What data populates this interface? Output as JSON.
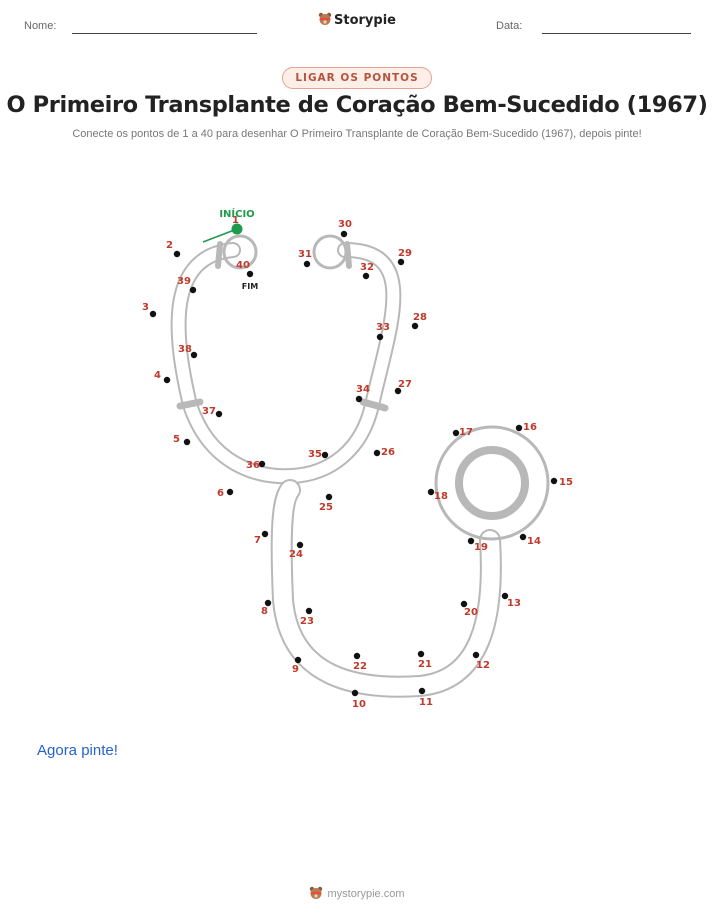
{
  "header": {
    "name_label": "Nome:",
    "date_label": "Data:",
    "brand": "Storypie"
  },
  "badge": "LIGAR OS PONTOS",
  "title": "O Primeiro Transplante de Coração Bem-Sucedido (1967)",
  "subtitle": "Conecte os pontos de 1 a 40 para desenhar O Primeiro Transplante de Coração Bem-Sucedido (1967), depois pinte!",
  "start_label": "INÍCIO",
  "end_label": "FIM",
  "dots": [
    {
      "n": "1"
    },
    {
      "n": "2"
    },
    {
      "n": "3"
    },
    {
      "n": "4"
    },
    {
      "n": "5"
    },
    {
      "n": "6"
    },
    {
      "n": "7"
    },
    {
      "n": "8"
    },
    {
      "n": "9"
    },
    {
      "n": "10"
    },
    {
      "n": "11"
    },
    {
      "n": "12"
    },
    {
      "n": "13"
    },
    {
      "n": "14"
    },
    {
      "n": "15"
    },
    {
      "n": "16"
    },
    {
      "n": "17"
    },
    {
      "n": "18"
    },
    {
      "n": "19"
    },
    {
      "n": "20"
    },
    {
      "n": "21"
    },
    {
      "n": "22"
    },
    {
      "n": "23"
    },
    {
      "n": "24"
    },
    {
      "n": "25"
    },
    {
      "n": "26"
    },
    {
      "n": "27"
    },
    {
      "n": "28"
    },
    {
      "n": "29"
    },
    {
      "n": "30"
    },
    {
      "n": "31"
    },
    {
      "n": "32"
    },
    {
      "n": "33"
    },
    {
      "n": "34"
    },
    {
      "n": "35"
    },
    {
      "n": "36"
    },
    {
      "n": "37"
    },
    {
      "n": "38"
    },
    {
      "n": "39"
    },
    {
      "n": "40"
    }
  ],
  "color_prompt": "Agora pinte!",
  "footer": "mystorypie.com",
  "colors": {
    "accent_number": "#c0392b",
    "start": "#1f9a4b",
    "outline": "#b8b8b8",
    "link": "#2563c9"
  }
}
